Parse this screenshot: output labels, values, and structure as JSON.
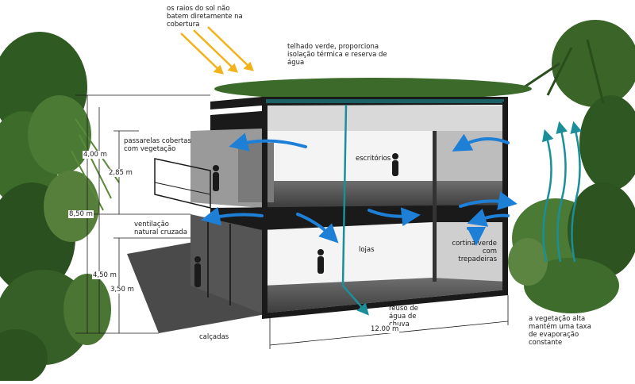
{
  "annotations": {
    "sun_rays": "os raios do sol não batem diretamente na cobertura",
    "green_roof": "telhado verde, proporciona isolação térmica e reserva de água",
    "walkways": "passarelas cobertas com vegetação",
    "cross_ventilation": "ventilação natural cruzada",
    "offices": "escritórios",
    "shops": "lojas",
    "green_curtain": "cortina verde com trepadeiras",
    "rainwater_reuse": "reuso de água de chuva",
    "sidewalks": "calçadas",
    "tall_vegetation": "a vegetação alta mantém uma taxa de evaporação constante"
  },
  "dimensions": {
    "total_height": "8,50 m",
    "upper_floor_height": "4,00 m",
    "walkway_height": "2,85 m",
    "ground_floor_height": "4,50 m",
    "ground_floor_clear": "3,50 m",
    "building_width": "12.00 m"
  },
  "colors": {
    "sun_arrow": "#f2b21a",
    "airflow_arrow": "#1e7fd6",
    "water_line": "#1a8f9a",
    "vegetation": "#2f5a22",
    "structure": "#1a1a1a"
  }
}
